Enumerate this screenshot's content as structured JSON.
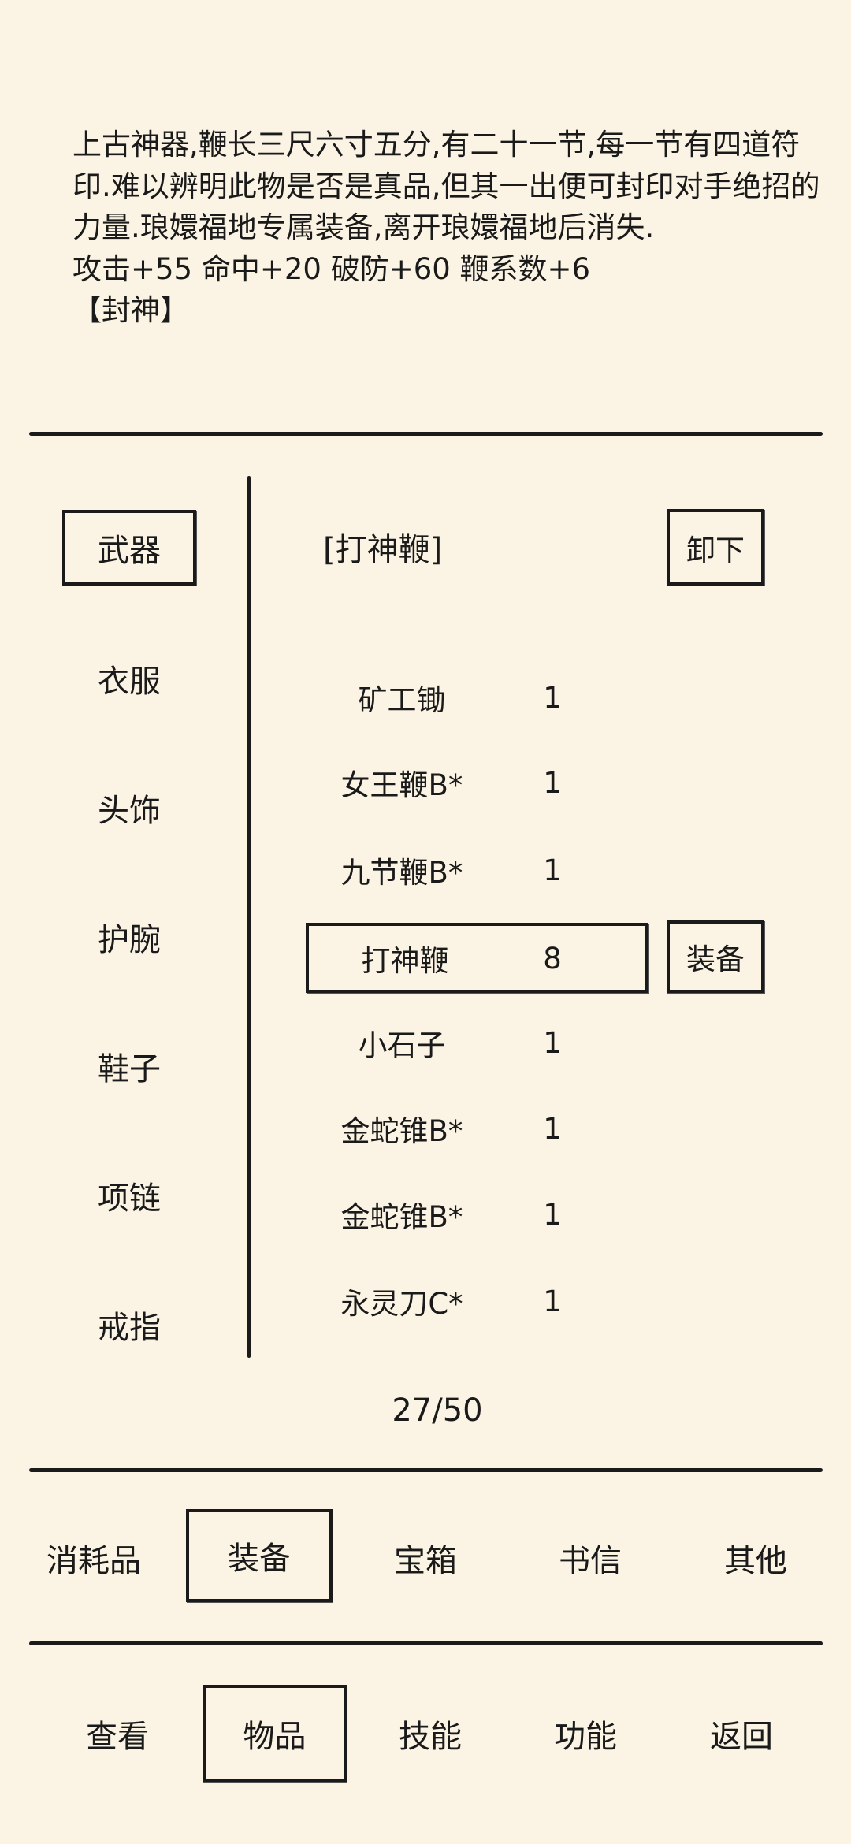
{
  "description": {
    "text": "上古神器,鞭长三尺六寸五分,有二十一节,每一节有四道符印.难以辨明此物是否是真品,但其一出便可封印对手绝招的力量.琅嬛福地专属装备,离开琅嬛福地后消失.",
    "stats": "攻击+55 命中+20 破防+60 鞭系数+6",
    "tag": "【封神】"
  },
  "slots": [
    {
      "label": "武器",
      "selected": true
    },
    {
      "label": "衣服"
    },
    {
      "label": "头饰"
    },
    {
      "label": "护腕"
    },
    {
      "label": "鞋子"
    },
    {
      "label": "项链"
    },
    {
      "label": "戒指"
    }
  ],
  "equipped": {
    "name": "[打神鞭]",
    "unequip_label": "卸下"
  },
  "items": [
    {
      "name": "矿工锄",
      "count": "1"
    },
    {
      "name": "女王鞭B*",
      "count": "1"
    },
    {
      "name": "九节鞭B*",
      "count": "1"
    },
    {
      "name": "打神鞭",
      "count": "8",
      "selected": true
    },
    {
      "name": "小石子",
      "count": "1"
    },
    {
      "name": "金蛇锥B*",
      "count": "1"
    },
    {
      "name": "金蛇锥B*",
      "count": "1"
    },
    {
      "name": "永灵刀C*",
      "count": "1"
    }
  ],
  "equip_label": "装备",
  "capacity": "27/50",
  "category_tabs": [
    "消耗品",
    "装备",
    "宝箱",
    "书信",
    "其他"
  ],
  "bottom_nav": [
    "查看",
    "物品",
    "技能",
    "功能",
    "返回"
  ]
}
